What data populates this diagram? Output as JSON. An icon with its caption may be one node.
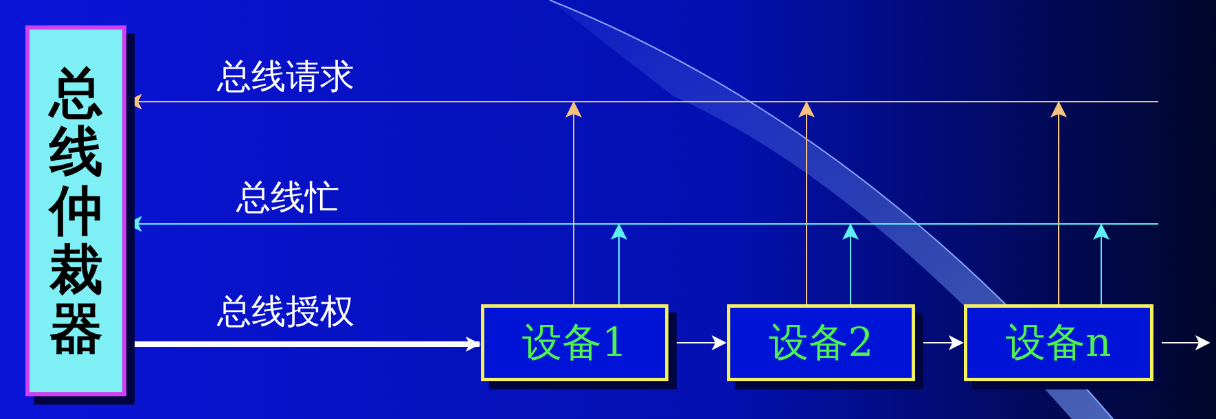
{
  "diagram": {
    "nodes": [
      {
        "text": [
          "总线仲裁器"
        ]
      },
      {
        "text": [
          "设备1"
        ]
      },
      {
        "text": [
          "设备2"
        ]
      },
      {
        "text": [
          "设备n"
        ]
      }
    ],
    "edges": [
      {
        "from": 1,
        "to": 0,
        "arrow": "to",
        "color": "#f5c37e"
      },
      {
        "from": 2,
        "to": 0,
        "arrow": "to",
        "color": "#f5c37e"
      },
      {
        "from": 3,
        "to": 0,
        "arrow": "to",
        "color": "#f5c37e"
      },
      {
        "from": null,
        "to": 0,
        "arrow": "to",
        "color": "#f5c37e"
      },
      {
        "from": 1,
        "to": 0,
        "arrow": "to",
        "color": "#5ff0f5"
      },
      {
        "from": 2,
        "to": 0,
        "arrow": "to",
        "color": "#5ff0f5"
      },
      {
        "from": 3,
        "to": 0,
        "arrow": "to",
        "color": "#5ff0f5"
      },
      {
        "from": null,
        "to": 0,
        "arrow": "to",
        "color": "#5ff0f5"
      },
      {
        "from": 0,
        "to": 1,
        "arrow": "to",
        "label": "总线授权",
        "style": "thick",
        "color": "#ffffff"
      },
      {
        "from": 1,
        "to": 2,
        "arrow": "to",
        "color": "#ffffff"
      },
      {
        "from": 2,
        "to": 3,
        "arrow": "to",
        "color": "#ffffff"
      },
      {
        "from": 3,
        "to": null,
        "arrow": "to",
        "color": "#ffffff"
      }
    ],
    "labels": [
      "总线请求",
      "总线忙"
    ]
  }
}
